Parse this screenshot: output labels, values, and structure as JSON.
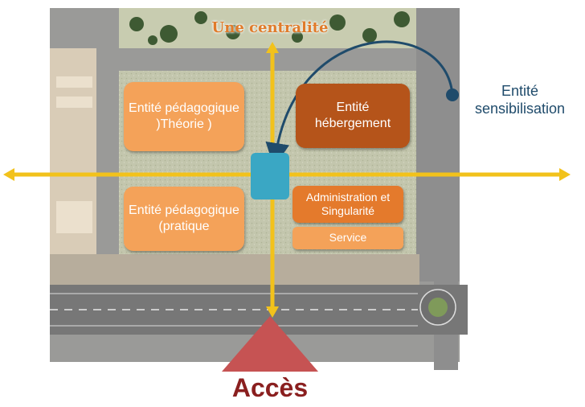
{
  "title": "Une centralité",
  "access": "Accès",
  "external_label": "Entité sensibilisation",
  "entities": {
    "theory": "Entité pédagogique )Théorie )",
    "lodging": "Entité hébergement",
    "practice": "Entité pédagogique (pratique",
    "admin": "Administration et Singularité",
    "service": "Service"
  },
  "colors": {
    "light_orange": "#f4a259",
    "dark_orange": "#b5541a",
    "mid_orange": "#e47a2c",
    "axis_yellow": "#f2c21b",
    "center_blue": "#3aa7c4",
    "access_red": "#c65353",
    "title_orange": "#e07b2a",
    "access_text": "#8a1f1f",
    "external_text": "#1f4b6b"
  }
}
